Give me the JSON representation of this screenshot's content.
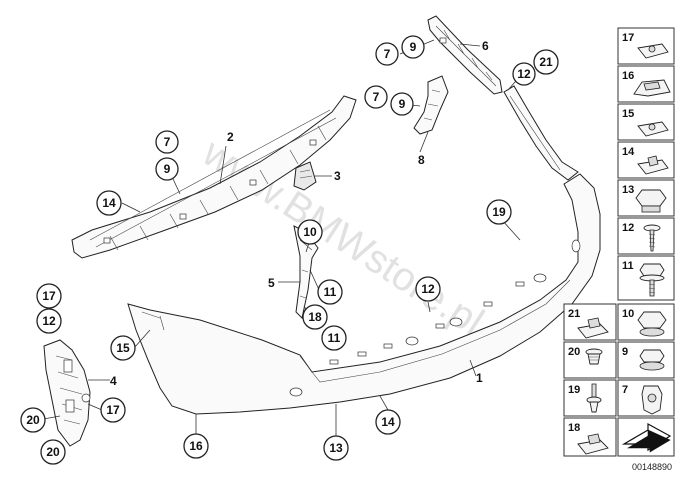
{
  "watermark": "www.BMWstore.pl",
  "drawing_id": "00148890",
  "diagram_labels": {
    "l1": "1",
    "l2": "2",
    "l3": "3",
    "l4": "4",
    "l5": "5",
    "l6": "6",
    "l8": "8",
    "c7a": "7",
    "c9a": "9",
    "c7b": "7",
    "c9b": "9",
    "c7c": "7",
    "c9c": "9",
    "c21a": "21",
    "c12a": "12",
    "c14a": "14",
    "c19": "19",
    "c10a": "10",
    "c11a": "11",
    "c18a": "18",
    "c11b": "11",
    "c12b": "12",
    "c17a": "17",
    "c12c": "12",
    "c15a": "15",
    "c17b": "17",
    "c20a": "20",
    "c20b": "20",
    "c16a": "16",
    "c13a": "13",
    "c14b": "14"
  },
  "legend": {
    "c17": "17",
    "c16": "16",
    "c15": "15",
    "c14": "14",
    "c13": "13",
    "c12": "12",
    "c11": "11",
    "c21": "21",
    "c10": "10",
    "c20": "20",
    "c9": "9",
    "c19": "19",
    "c7": "7",
    "c18": "18"
  }
}
